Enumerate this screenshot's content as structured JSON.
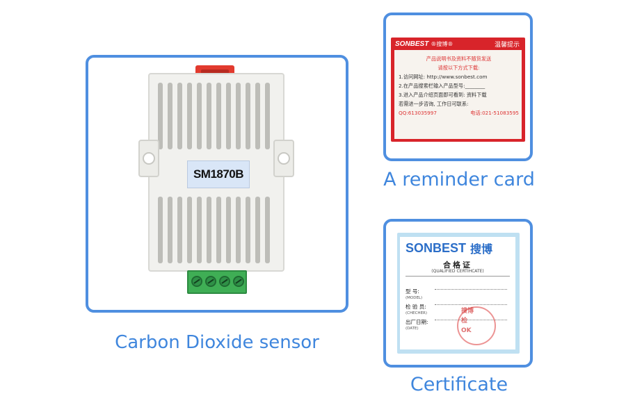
{
  "sensor": {
    "model": "SM1870B",
    "caption": "Carbon Dioxide sensor"
  },
  "reminder": {
    "caption": "A reminder card",
    "brand": "SONBEST",
    "brand_cn": "®搜博®",
    "title": "温馨提示",
    "lines": [
      "产品说明书及资料不随货发送",
      "请按以下方式下载:",
      "1.访问网址: http://www.sonbest.com",
      "2.在产品搜索栏输入产品型号:________",
      "3.进入产品介绍页面即可看到: 资料下载",
      "若需进一步咨询, 工作日可联系:"
    ],
    "qq": "QQ:613035997",
    "phone": "电话:021-51083595"
  },
  "certificate": {
    "caption": "Certificate",
    "brand": "SONBEST",
    "brand_cn": "搜博",
    "title": "合格证",
    "subtitle": "(QUALIFIED CERTIHCATE)",
    "fields": [
      {
        "cn": "型    号:",
        "en": "(MODEL)"
      },
      {
        "cn": "检 验 员:",
        "en": "(CHECHER)"
      },
      {
        "cn": "出厂日期:",
        "en": "(DATE)"
      }
    ],
    "stamp_lines": [
      "搜博",
      "检",
      "OK"
    ]
  },
  "colors": {
    "frame": "#4f8fe0",
    "caption": "#3f86dd",
    "card_red": "#d8242a",
    "terminal_green": "#3fae55"
  }
}
